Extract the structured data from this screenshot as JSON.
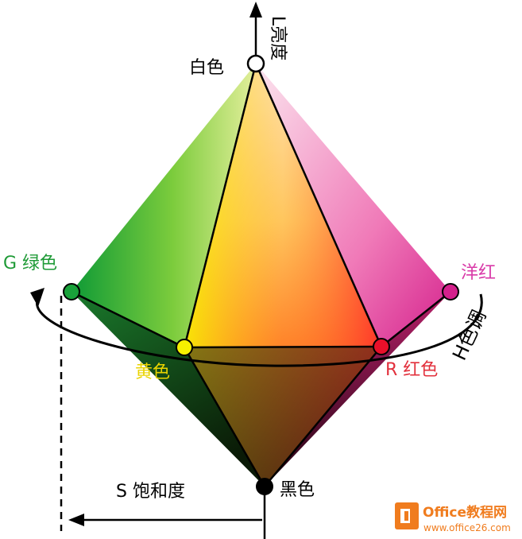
{
  "labels": {
    "lightness_axis": "L亮度",
    "white": "白色",
    "green": "G 绿色",
    "magenta": "洋红",
    "hue": "H色调",
    "yellow": "黄色",
    "red": "R 红色",
    "black": "黑色",
    "saturation": "S 饱和度"
  },
  "watermark": {
    "brand": "Office教程网",
    "url": "www.office26.com"
  },
  "colors": {
    "green": "#19a23a",
    "yellow": "#f6f000",
    "red": "#e8102a",
    "magenta": "#d4208c",
    "magenta_label": "#d93aa8",
    "red_label": "#e2303c",
    "yellow_label": "#e9d300",
    "green_label": "#1e9a36",
    "watermark_orange": "#f07c1e"
  }
}
